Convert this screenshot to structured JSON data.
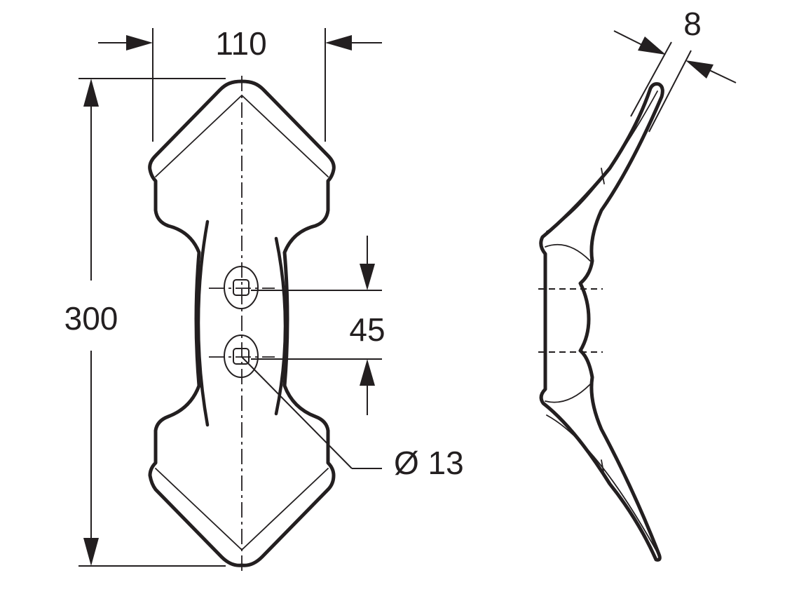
{
  "dimensions": {
    "width_label": "110",
    "height_label": "300",
    "hole_spacing_label": "45",
    "hole_diameter_label": "Ø 13",
    "thickness_label": "8"
  },
  "colors": {
    "line": "#231f20",
    "background": "#ffffff"
  }
}
